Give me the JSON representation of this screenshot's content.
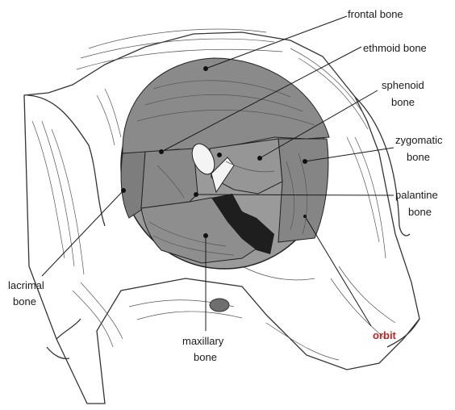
{
  "labels": {
    "frontal": "frontal bone",
    "ethmoid": "ethmoid bone",
    "sphenoid_1": "sphenoid",
    "sphenoid_2": "bone",
    "zygomatic_1": "zygomatic",
    "zygomatic_2": "bone",
    "palantine_1": "palantine",
    "palantine_2": "bone",
    "lacrimal_1": "lacrimal",
    "lacrimal_2": "bone",
    "maxillary_1": "maxillary",
    "maxillary_2": "bone",
    "orbit": "orbit"
  },
  "colors": {
    "orbit_label": "#cc1f1f",
    "bone_fill": "#8a8a8a",
    "dark_fissure": "#1e1e1e"
  },
  "icons": [
    "skull-orbit-illustration"
  ]
}
